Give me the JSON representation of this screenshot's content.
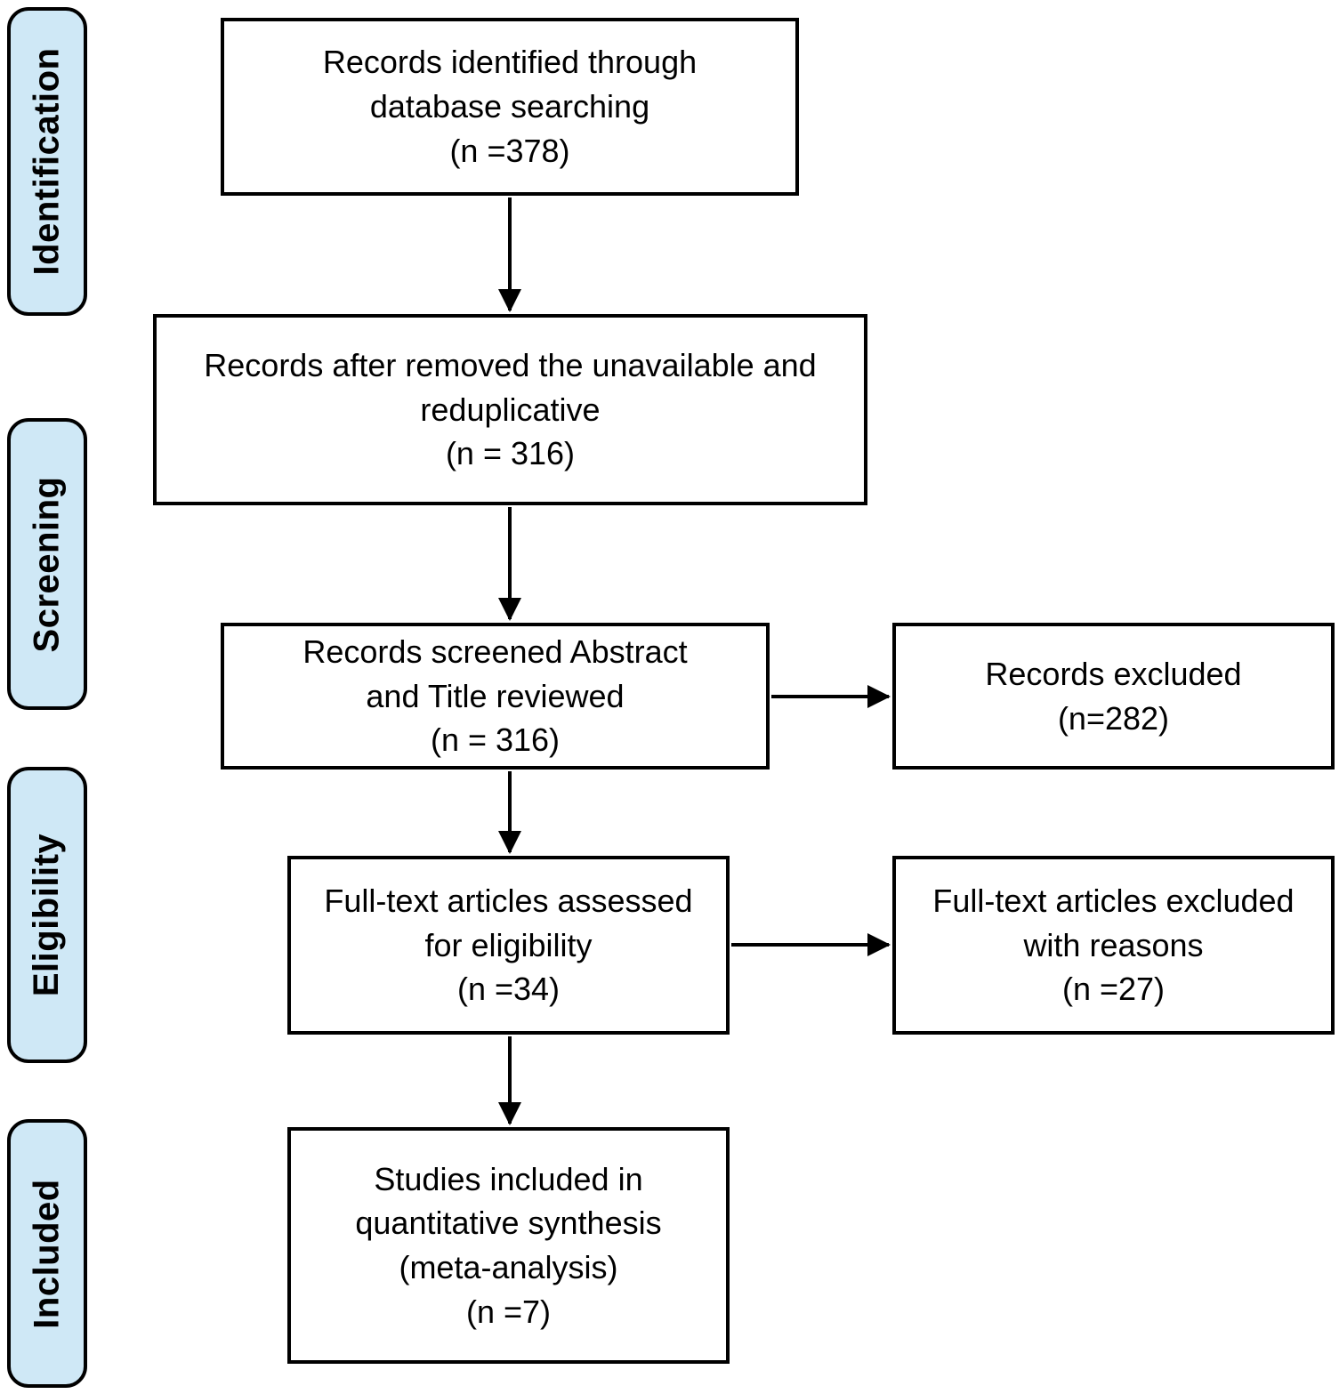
{
  "figure": {
    "type": "prisma-flow-diagram",
    "background": "#ffffff"
  },
  "colors": {
    "stage_fill": "#cfe8f6",
    "stage_border": "#000000",
    "node_fill": "#ffffff",
    "node_border": "#000000",
    "arrow": "#000000",
    "text": "#000000"
  },
  "stages": [
    {
      "label": "Identification"
    },
    {
      "label": "Screening"
    },
    {
      "label": "Eligibility"
    },
    {
      "label": "Included"
    }
  ],
  "nodes": [
    {
      "name": "records-identified",
      "text": "Records identified through\ndatabase searching\n(n =378)",
      "n": 378
    },
    {
      "name": "records-after-removed",
      "text": "Records after removed the unavailable and\nreduplicative\n(n = 316)",
      "n": 316
    },
    {
      "name": "records-screened",
      "text": "Records screened Abstract\nand Title reviewed\n(n = 316)",
      "n": 316
    },
    {
      "name": "records-excluded",
      "text": "Records excluded\n(n=282)",
      "n": 282
    },
    {
      "name": "fulltext-assessed",
      "text": "Full-text articles assessed\nfor eligibility\n(n =34)",
      "n": 34
    },
    {
      "name": "fulltext-excluded",
      "text": "Full-text articles excluded\nwith reasons\n(n =27)",
      "n": 27
    },
    {
      "name": "studies-included",
      "text": "Studies included in\nquantitative synthesis\n(meta-analysis)\n(n =7)",
      "n": 7
    }
  ],
  "edges": [
    {
      "from": "records-identified",
      "to": "records-after-removed",
      "direction": "down"
    },
    {
      "from": "records-after-removed",
      "to": "records-screened",
      "direction": "down"
    },
    {
      "from": "records-screened",
      "to": "records-excluded",
      "direction": "right"
    },
    {
      "from": "records-screened",
      "to": "fulltext-assessed",
      "direction": "down"
    },
    {
      "from": "fulltext-assessed",
      "to": "fulltext-excluded",
      "direction": "right"
    },
    {
      "from": "fulltext-assessed",
      "to": "studies-included",
      "direction": "down"
    }
  ]
}
